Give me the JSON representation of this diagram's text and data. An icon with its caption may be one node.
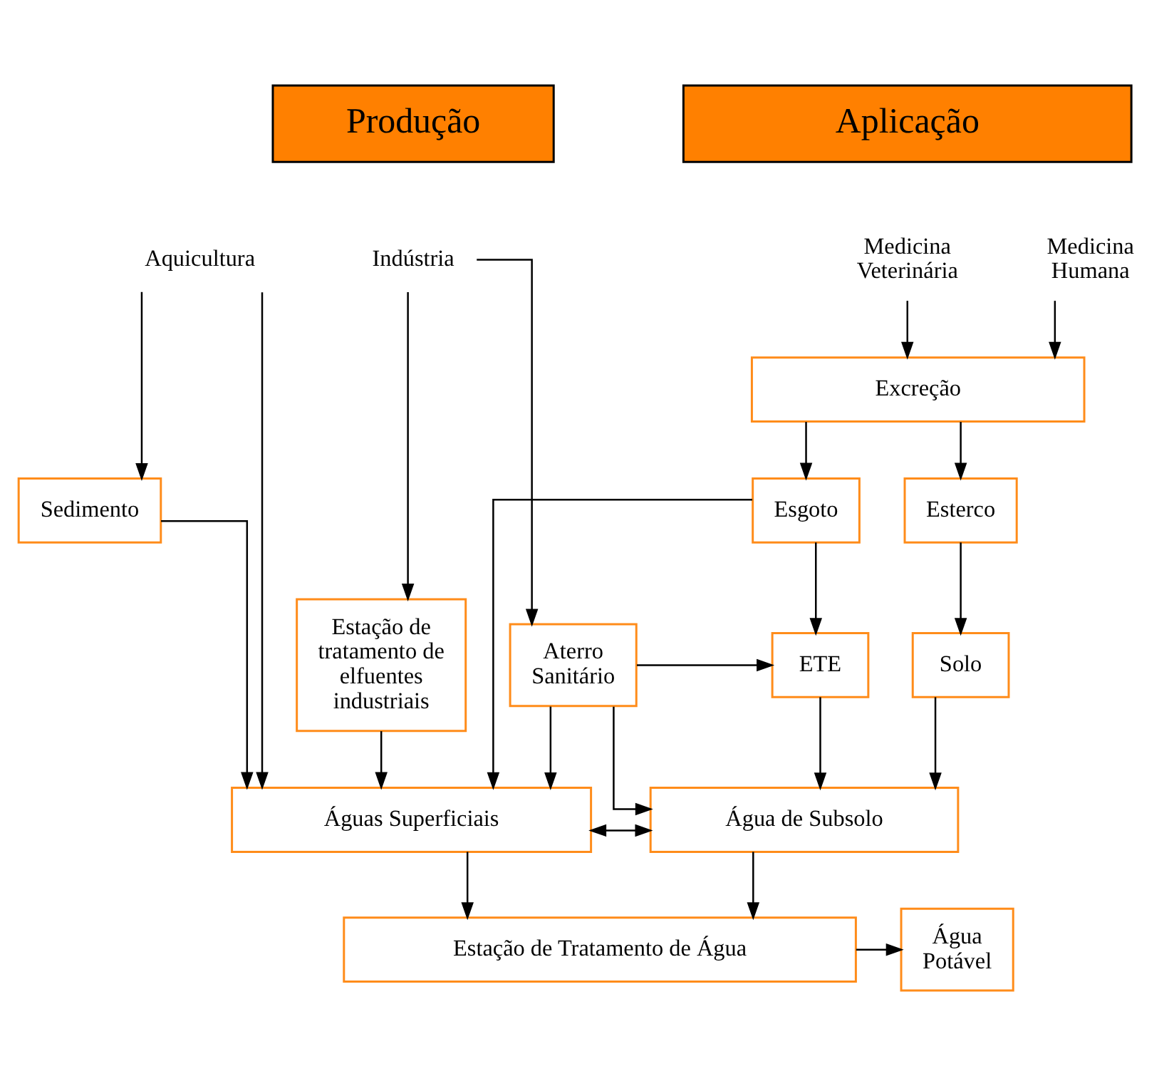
{
  "diagram": {
    "nodes": [
      {
        "text": [
          "Aplicação"
        ]
      },
      {
        "text": [
          "Produção"
        ]
      },
      {
        "text": [
          "Medicina Veterinária"
        ]
      },
      {
        "text": [
          "Medicina Humana"
        ]
      },
      {
        "text": [
          "Aquicultura"
        ]
      },
      {
        "text": [
          "Indústria"
        ]
      },
      {
        "text": [
          "Excreção"
        ]
      },
      {
        "text": [
          "Esterco"
        ]
      },
      {
        "text": [
          "Esgoto"
        ]
      },
      {
        "text": [
          "Sedimento"
        ]
      },
      {
        "text": [
          "Solo"
        ]
      },
      {
        "text": [
          "ETE"
        ]
      },
      {
        "text": [
          "Aterro Sanitário"
        ]
      },
      {
        "text": [
          "Estação de tratamento de elfuentes industriais"
        ]
      },
      {
        "text": [
          "Água de Subsolo"
        ]
      },
      {
        "text": [
          "Águas Superficiais"
        ]
      },
      {
        "text": [
          "Estação de Tratamento de Água"
        ]
      },
      {
        "text": [
          "Água Potável"
        ]
      }
    ],
    "edges": [
      {
        "from": 2,
        "to": 6,
        "arrow": "to"
      },
      {
        "from": 3,
        "to": 6,
        "arrow": "to"
      },
      {
        "from": 4,
        "to": 9,
        "arrow": "to"
      },
      {
        "from": 4,
        "to": 15,
        "arrow": "to"
      },
      {
        "from": 5,
        "to": 12,
        "arrow": "to"
      },
      {
        "from": 5,
        "to": 13,
        "arrow": "to"
      },
      {
        "from": 6,
        "to": 7,
        "arrow": "to"
      },
      {
        "from": 6,
        "to": 8,
        "arrow": "to"
      },
      {
        "from": 7,
        "to": 10,
        "arrow": "to"
      },
      {
        "from": 8,
        "to": 11,
        "arrow": "to"
      },
      {
        "from": 8,
        "to": 15,
        "arrow": "to"
      },
      {
        "from": 9,
        "to": 15,
        "arrow": "to"
      },
      {
        "from": 12,
        "to": 11,
        "arrow": "to"
      },
      {
        "from": 12,
        "to": 14,
        "arrow": "to"
      },
      {
        "from": 12,
        "to": 15,
        "arrow": "to"
      },
      {
        "from": 13,
        "to": 15,
        "arrow": "to"
      },
      {
        "from": 10,
        "to": 14,
        "arrow": "to"
      },
      {
        "from": 11,
        "to": 14,
        "arrow": "to"
      },
      {
        "from": 14,
        "to": 15,
        "arrow": "both"
      },
      {
        "from": 14,
        "to": 16,
        "arrow": "to"
      },
      {
        "from": 15,
        "to": 16,
        "arrow": "to"
      },
      {
        "from": 16,
        "to": 17,
        "arrow": "to"
      }
    ]
  }
}
